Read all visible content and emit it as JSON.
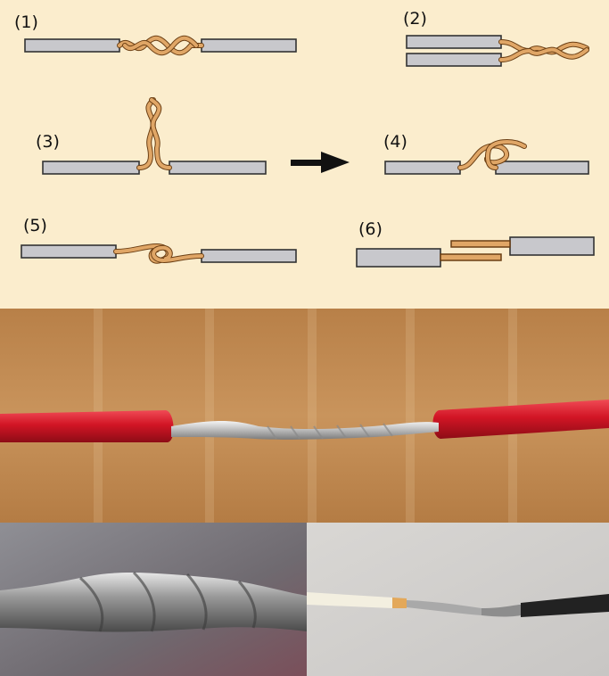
{
  "steps": [
    {
      "label": "(1)"
    },
    {
      "label": "(2)"
    },
    {
      "label": "(3)"
    },
    {
      "label": "(4)"
    },
    {
      "label": "(5)"
    },
    {
      "label": "(6)"
    }
  ],
  "icons": {
    "arrow": "right-arrow-icon"
  },
  "colors": {
    "background": "#fbedcd",
    "insulation": "#c8c8cc",
    "copper": "#e0a666",
    "cardboard": "#c08a52",
    "red_insulation": "#d61a2a",
    "solder": "#d9d9d9",
    "black_insulation": "#222222",
    "white_insulation": "#f3efe0"
  }
}
